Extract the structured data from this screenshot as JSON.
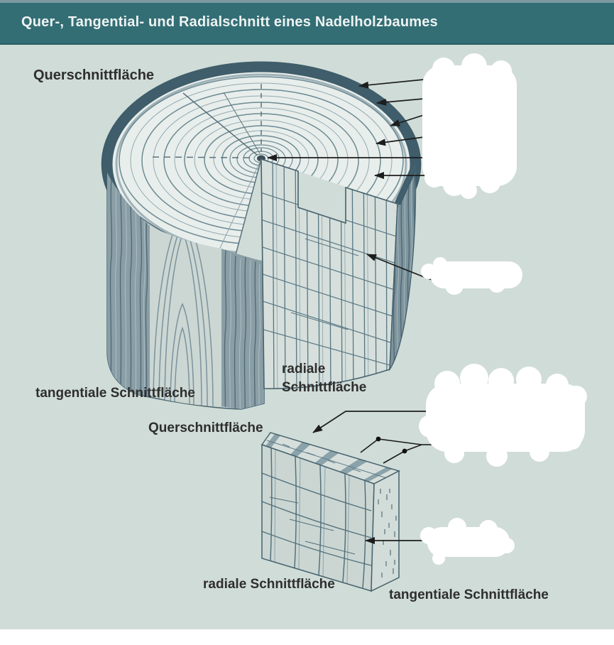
{
  "header": {
    "title": "Quer-, Tangential- und Radialschnitt eines Nadelholzbaumes"
  },
  "diagram": {
    "trunk_labels": {
      "querschnittflaeche": "Querschnittfläche",
      "tangentiale_schnittflaeche": "tangentiale Schnittfläche",
      "radiale_schnittflaeche_line1": "radiale",
      "radiale_schnittflaeche_line2": "Schnittfläche"
    },
    "block_labels": {
      "querschnittflaeche": "Querschnittfläche",
      "radiale_schnittflaeche": "radiale Schnittfläche",
      "tangentiale_schnittflaeche": "tangentiale Schnittfläche"
    },
    "erased_label_patches": 4,
    "callout_arrows_top_trunk": 6,
    "callout_arrows_radial_face": 1,
    "callout_arrows_block": 3
  },
  "colors": {
    "header_bar": "#336e75",
    "header_top_strip": "#7e99a2",
    "canvas_background": "#d0dcd7",
    "bark_dark": "#3f5d6a",
    "bark_mid": "#82979f",
    "wood_light": "#ccd7d3",
    "ring_line": "#6c8a94",
    "grid_line": "#56747f",
    "arrow_black": "#1d1d1d",
    "erased_patch": "#ffffff",
    "title_text": "#eef3f2",
    "label_text": "#2e2e2e"
  }
}
